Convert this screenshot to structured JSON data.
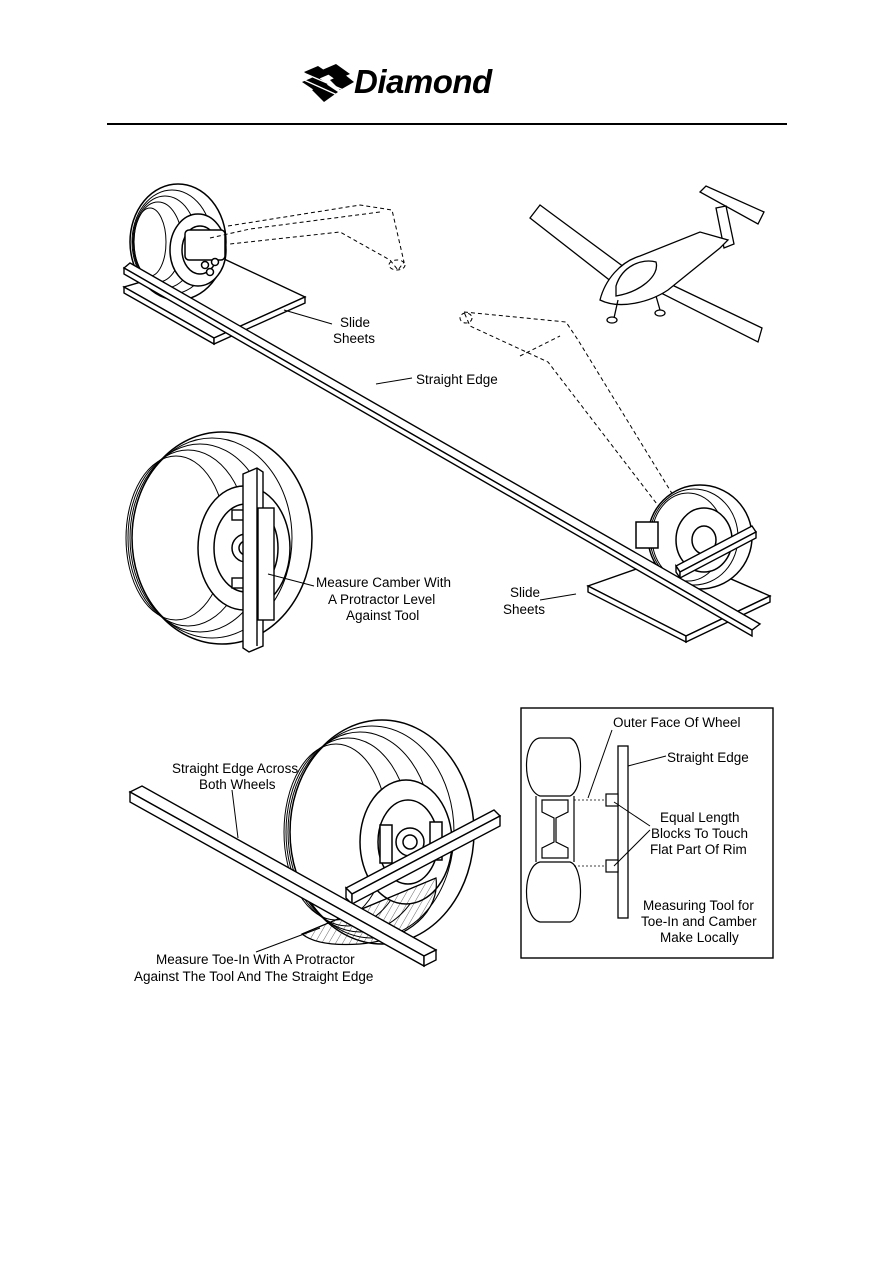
{
  "header": {
    "brand": "Diamond"
  },
  "figure": {
    "labels": {
      "slide_sheets_top_1": "Slide",
      "slide_sheets_top_2": "Sheets",
      "straight_edge": "Straight Edge",
      "camber_1": "Measure Camber With",
      "camber_2": "A Protractor Level",
      "camber_3": "Against Tool",
      "slide_sheets_right_1": "Slide",
      "slide_sheets_right_2": "Sheets"
    }
  },
  "toe_in_figure": {
    "labels": {
      "across_1": "Straight Edge Across",
      "across_2": "Both Wheels",
      "toe_in_1": "Measure Toe-In With A Protractor",
      "toe_in_2": "Against The Tool And The Straight Edge"
    }
  },
  "tool_detail": {
    "labels": {
      "outer_face": "Outer Face Of Wheel",
      "straight_edge": "Straight Edge",
      "blocks_1": "Equal Length",
      "blocks_2": "Blocks To Touch",
      "blocks_3": "Flat Part Of Rim",
      "tool_1": "Measuring Tool for",
      "tool_2": "Toe-In and Camber",
      "tool_3": "Make Locally"
    }
  }
}
